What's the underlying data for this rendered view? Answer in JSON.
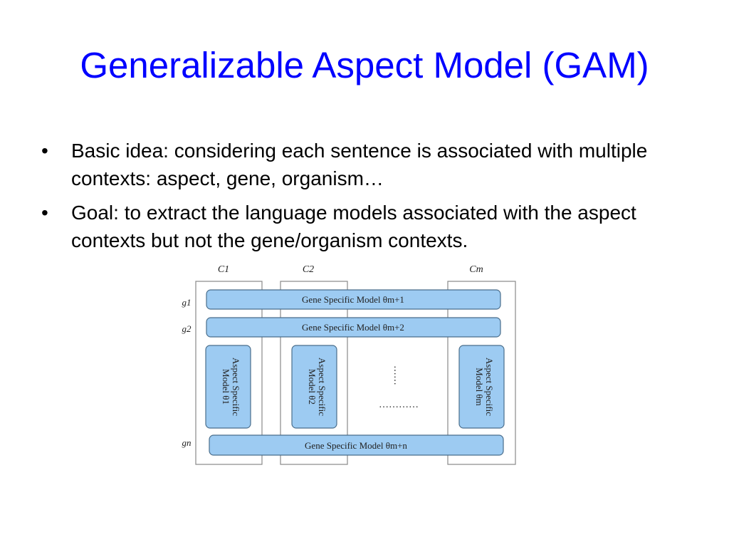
{
  "title": "Generalizable Aspect Model (GAM)",
  "bullets": [
    {
      "marker": "•",
      "text": "Basic idea: considering each sentence is associated with multiple contexts: aspect, gene, organism…"
    },
    {
      "marker": "•",
      "text": "Goal: to extract the language models associated with the aspect contexts but not the gene/organism contexts."
    }
  ],
  "diagram": {
    "columns": [
      "C1",
      "C2",
      "Cm"
    ],
    "rows": [
      "g1",
      "g2",
      "gn"
    ],
    "gene_models": [
      {
        "label": "Gene Specific Model θm+1"
      },
      {
        "label": "Gene Specific Model θm+2"
      },
      {
        "label": "Gene Specific Model θm+n"
      }
    ],
    "aspect_models": [
      {
        "line1": "Aspect Specific",
        "line2": "Model θ1"
      },
      {
        "line1": "Aspect Specific",
        "line2": "Model θ2"
      },
      {
        "line1": "Aspect Specific",
        "line2": "Model θm"
      }
    ],
    "ellipsis_v": "……",
    "ellipsis_h": "…………",
    "colors": {
      "box_fill": "#9dcbf2",
      "box_stroke": "#4a6e8c",
      "frame": "#888888",
      "title": "#0000ff"
    }
  }
}
